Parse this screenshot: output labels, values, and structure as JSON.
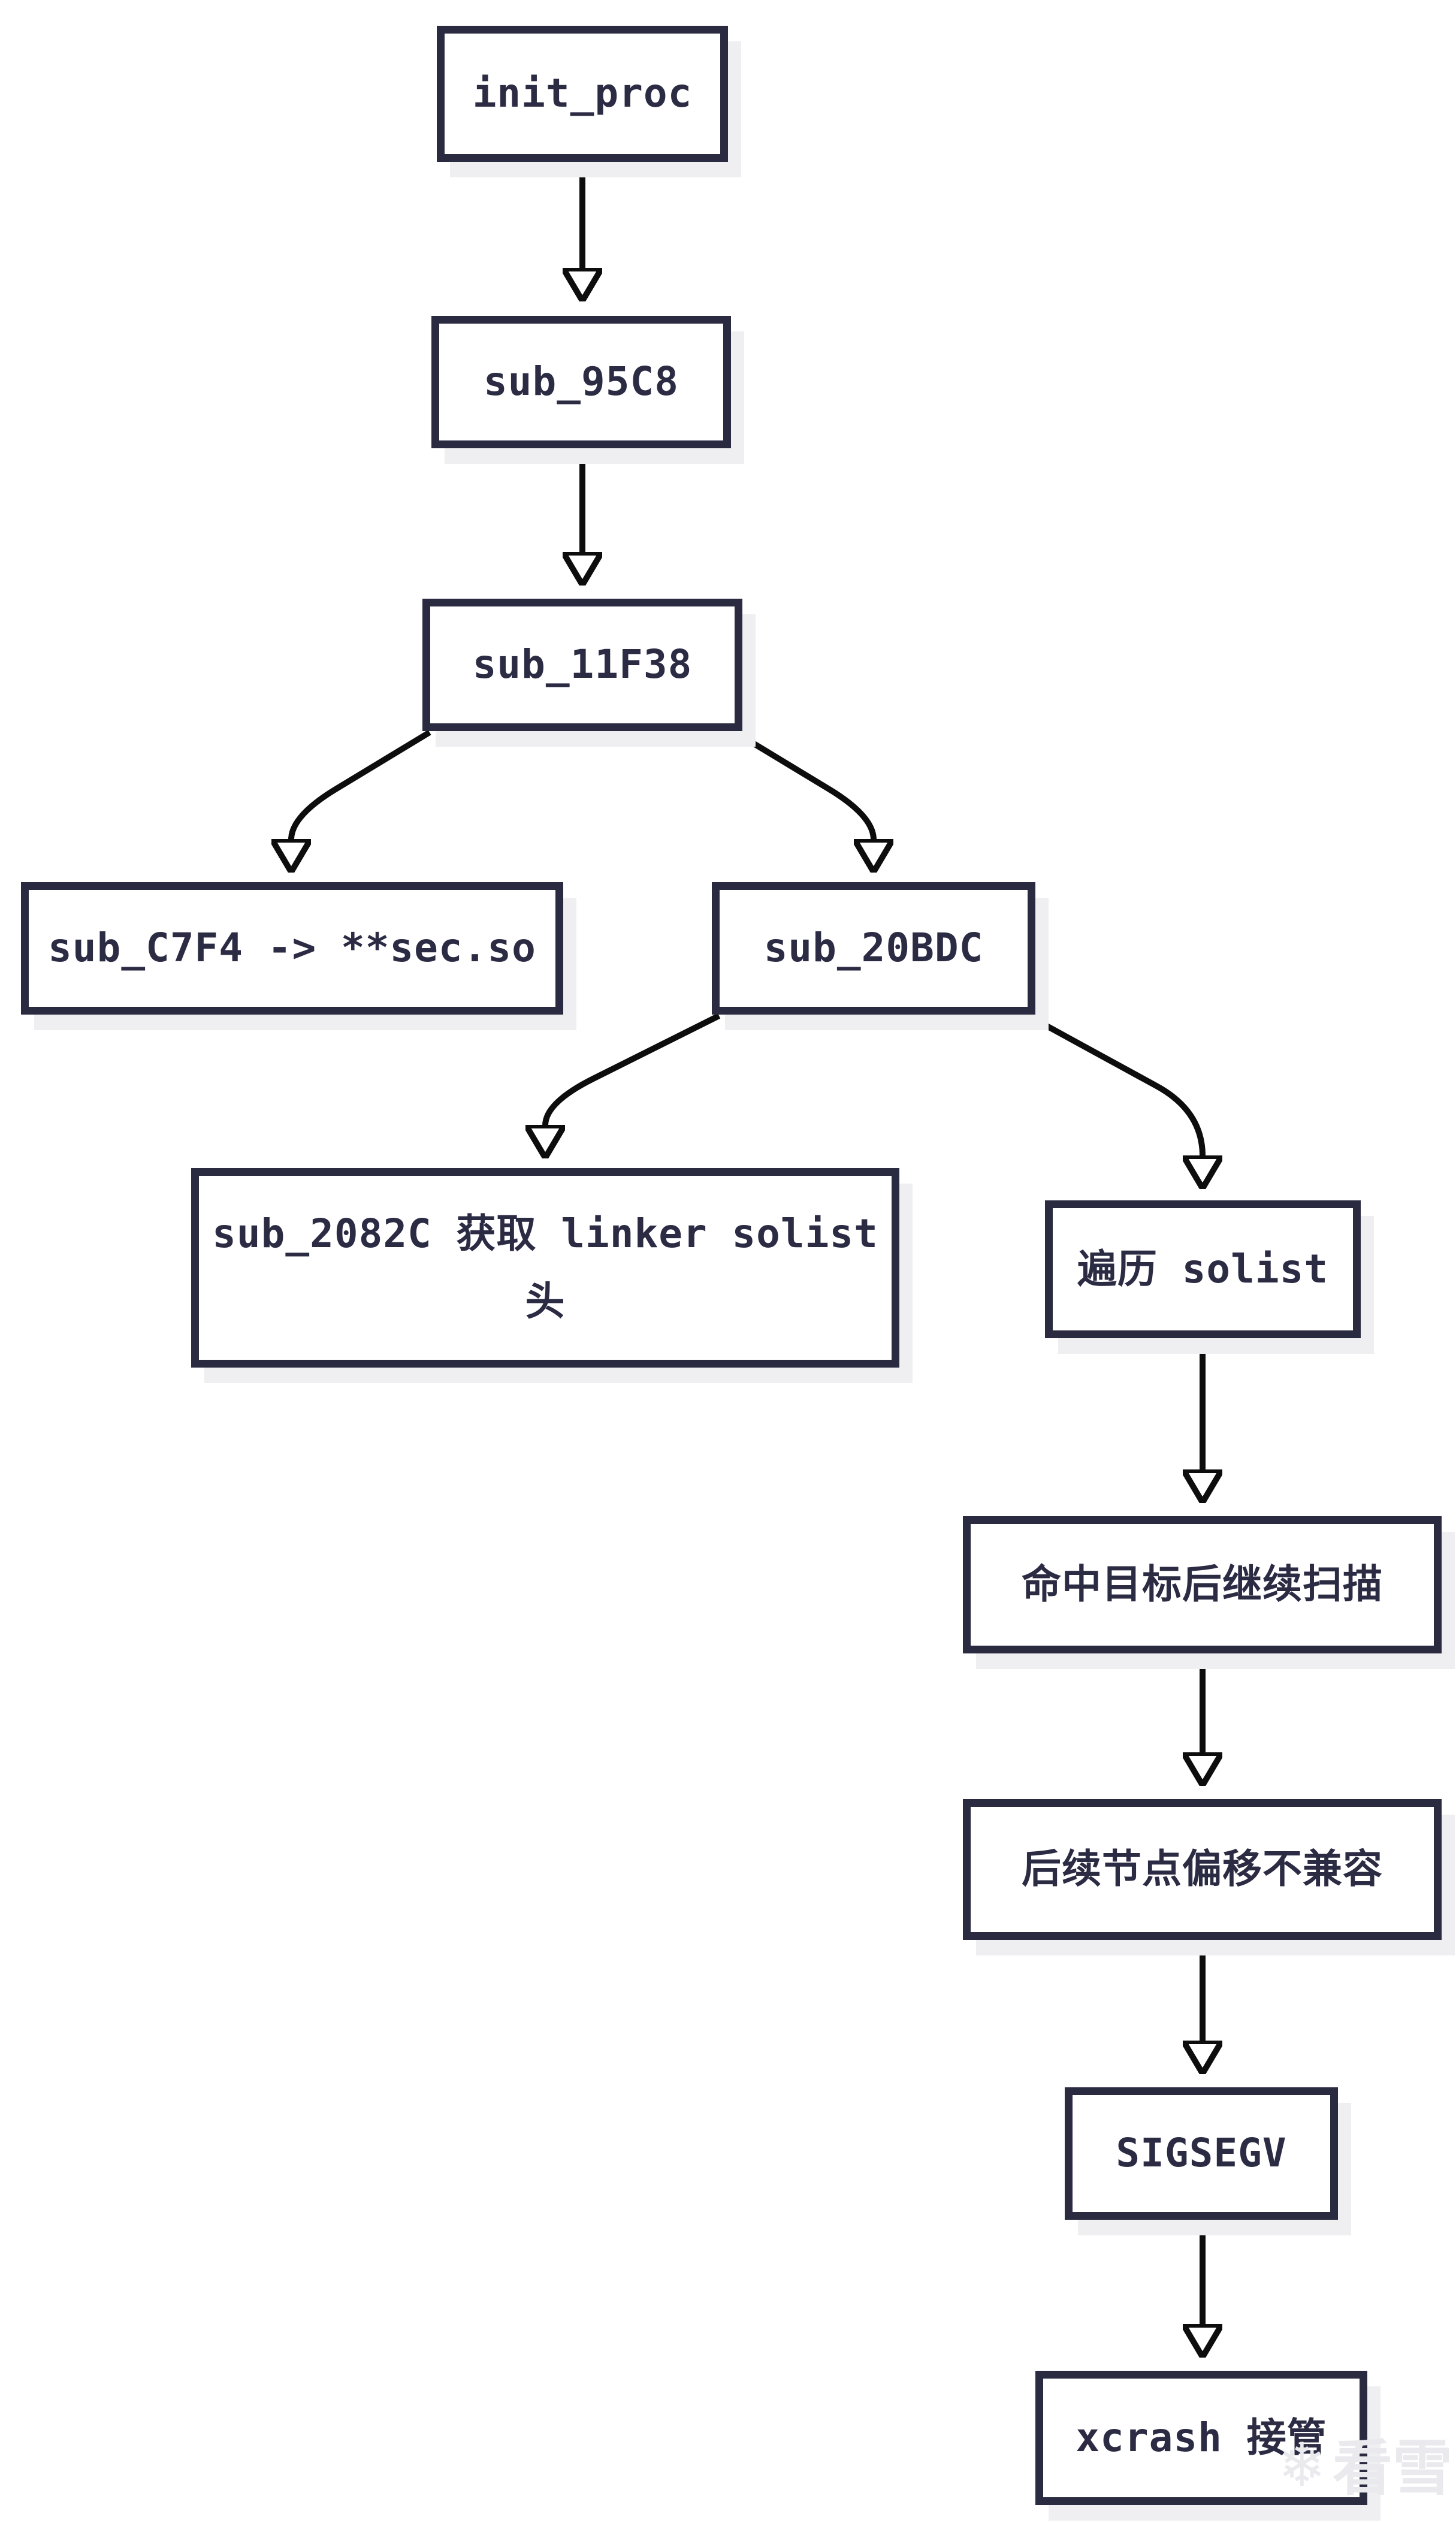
{
  "diagram": {
    "nodes": [
      {
        "id": "init_proc",
        "label": "init_proc"
      },
      {
        "id": "sub_95C8",
        "label": "sub_95C8"
      },
      {
        "id": "sub_11F38",
        "label": "sub_11F38"
      },
      {
        "id": "sub_C7F4",
        "label": "sub_C7F4 -> **sec.so"
      },
      {
        "id": "sub_20BDC",
        "label": "sub_20BDC"
      },
      {
        "id": "sub_2082C",
        "label": "sub_2082C 获取 linker solist\n头"
      },
      {
        "id": "traverse_solist",
        "label": "遍历 solist"
      },
      {
        "id": "hit_target_continue",
        "label": "命中目标后继续扫描"
      },
      {
        "id": "offset_incompatible",
        "label": "后续节点偏移不兼容"
      },
      {
        "id": "sigsegv",
        "label": "SIGSEGV"
      },
      {
        "id": "xcrash_takeover",
        "label": "xcrash 接管"
      }
    ],
    "edges": [
      {
        "from": "init_proc",
        "to": "sub_95C8"
      },
      {
        "from": "sub_95C8",
        "to": "sub_11F38"
      },
      {
        "from": "sub_11F38",
        "to": "sub_C7F4"
      },
      {
        "from": "sub_11F38",
        "to": "sub_20BDC"
      },
      {
        "from": "sub_20BDC",
        "to": "sub_2082C"
      },
      {
        "from": "sub_20BDC",
        "to": "traverse_solist"
      },
      {
        "from": "traverse_solist",
        "to": "hit_target_continue"
      },
      {
        "from": "hit_target_continue",
        "to": "offset_incompatible"
      },
      {
        "from": "offset_incompatible",
        "to": "sigsegv"
      },
      {
        "from": "sigsegv",
        "to": "xcrash_takeover"
      }
    ]
  },
  "watermark": {
    "icon": "snowflake-icon",
    "icon_glyph": "❄",
    "text": "看雪"
  },
  "colors": {
    "box_border": "#2a2a40",
    "box_text": "#2b2b44",
    "arrow": "#0d0d0d",
    "box_shadow": "#efeff2",
    "background": "#ffffff",
    "watermark": "#e9e9ee"
  }
}
